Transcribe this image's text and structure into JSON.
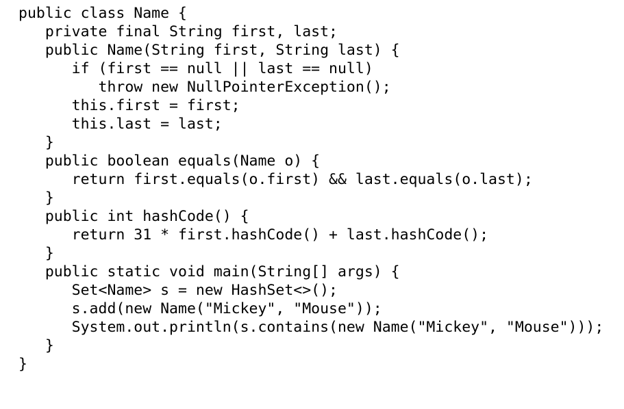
{
  "document": {
    "kind": "code-listing",
    "language": "Java",
    "background_color": "#ffffff",
    "text_color": "#000000",
    "indent_unit_spaces": 4,
    "line_count": 21
  },
  "code": {
    "lines": [
      "public class Name {",
      "   private final String first, last;",
      "   public Name(String first, String last) {",
      "      if (first == null || last == null)",
      "         throw new NullPointerException();",
      "      this.first = first;",
      "      this.last = last;",
      "   }",
      "   public boolean equals(Name o) {",
      "      return first.equals(o.first) && last.equals(o.last);",
      "   }",
      "   public int hashCode() {",
      "      return 31 * first.hashCode() + last.hashCode();",
      "   }",
      "   public static void main(String[] args) {",
      "      Set<Name> s = new HashSet<>();",
      "      s.add(new Name(\"Mickey\", \"Mouse\"));",
      "      System.out.println(s.contains(new Name(\"Mickey\", \"Mouse\")));",
      "   }",
      "}",
      ""
    ]
  }
}
